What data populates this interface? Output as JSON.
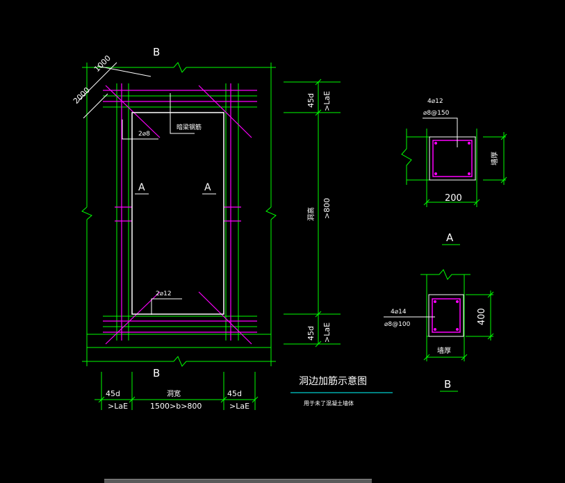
{
  "colors": {
    "background": "#000000",
    "line_green": "#00ff00",
    "line_magenta": "#ff00ff",
    "text_white": "#ffffff",
    "section_white": "#ffffff",
    "label_cyan": "#00ffff",
    "scrollbar": "#5a5a5a"
  },
  "main_view": {
    "section_label_top": "B",
    "section_label_bottom": "B",
    "section_label_left": "A",
    "section_label_right": "A",
    "dim_1000": "1000",
    "dim_2000": "2000",
    "note_2phi8": "2⌀8",
    "note_embed": "暗梁钢筋",
    "note_2phi12": "2⌀12",
    "dim_45d_top": "45d",
    "dim_lae_top": ">LaE",
    "dim_height": "洞高",
    "dim_height_value": ">800",
    "dim_45d_bottom": "45d",
    "dim_lae_bottom": ">LaE",
    "dim_45d_left": "45d",
    "dim_lae_left": ">LaE",
    "dim_width": "洞宽",
    "dim_width_value": "1500>b>800",
    "dim_45d_right": "45d",
    "dim_lae_right": ">LaE"
  },
  "title_block": {
    "title": "洞边加筋示意图",
    "subtitle": "用于未了混凝土墙体"
  },
  "section_a": {
    "label": "A",
    "rebar_note": "4⌀12",
    "stirrup_note": "⌀8@150",
    "height_note": "墙厚",
    "width_value": "200"
  },
  "section_b": {
    "label": "B",
    "rebar_note": "4⌀14",
    "stirrup_note": "⌀8@100",
    "height_value": "400",
    "width_note": "墙厚"
  }
}
